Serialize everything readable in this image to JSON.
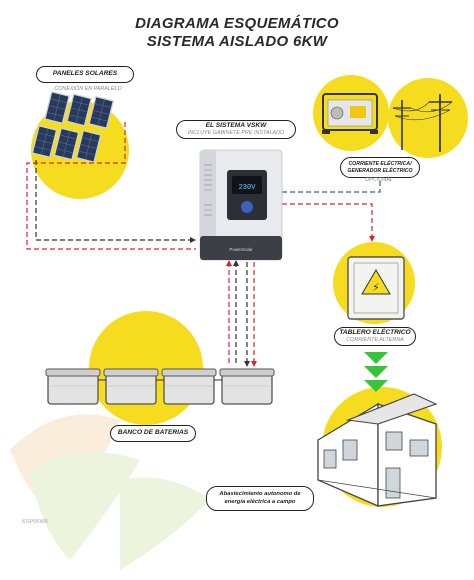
{
  "title": {
    "line1": "DIAGRAMA ESQUEMÁTICO",
    "line2": "SISTEMA AISLADO 6KW"
  },
  "solar": {
    "label": "PANELES SOLARES",
    "sublabel": "CONEXIÓN EN PARALELO"
  },
  "inverter": {
    "label": "EL SISTEMA VSKW",
    "sublabel": "INCLUYE GABINETE PRE INSTALADO",
    "display": "230V"
  },
  "grid": {
    "label_line1": "CORRIENTE ELÉCTRICA/",
    "label_line2": "GENERADOR ELÉCTRICO",
    "sublabel": "OPCIONAL"
  },
  "panel": {
    "label": "TABLERO ELÉCTRICO",
    "sublabel": "CORRIENTE ALTERNA"
  },
  "battery": {
    "label": "BANCO DE BATERIAS"
  },
  "house": {
    "label_line1": "Abastecimiento autonomo de",
    "label_line2": "energía eléctrica a campo"
  },
  "footer": {
    "code": "KSP06WK"
  },
  "colors": {
    "yellow": "#f5dc1e",
    "red_line": "#d9262c",
    "blue_line": "#2f5fb8",
    "dark_line": "#333333",
    "green_arrow": "#35c43a",
    "inverter_body": "#e9eaee",
    "inverter_dark": "#3c3f45"
  }
}
